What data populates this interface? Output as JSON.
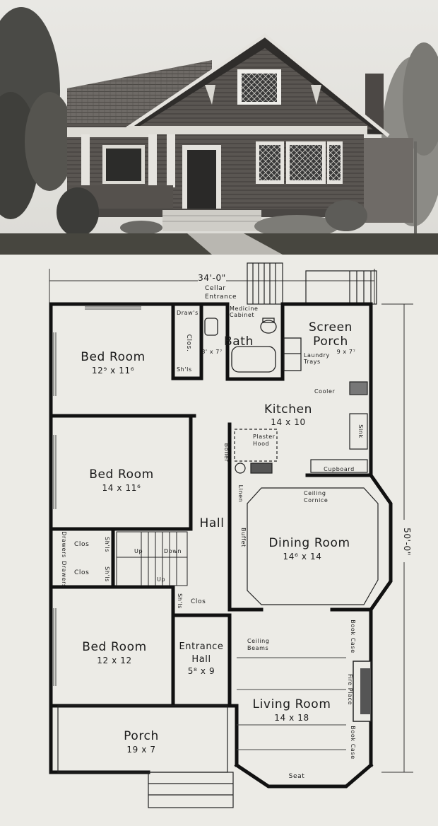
{
  "photo": {
    "caption": ""
  },
  "plan": {
    "overall_width": "34'-0\"",
    "overall_depth": "50'-0\"",
    "rooms": {
      "bed_room_1": {
        "name": "Bed Room",
        "size": "12⁹ x 11⁶"
      },
      "bed_room_2": {
        "name": "Bed Room",
        "size": "14 x 11⁶"
      },
      "bed_room_3": {
        "name": "Bed Room",
        "size": "12 x 12"
      },
      "bath": {
        "name": "Bath",
        "size": "8' x 7⁷"
      },
      "screen_porch": {
        "name": "Screen Porch",
        "size": "9 x 7⁷"
      },
      "kitchen": {
        "name": "Kitchen",
        "size": "14 x 10"
      },
      "hall": {
        "name": "Hall"
      },
      "dining_room": {
        "name": "Dining Room",
        "size": "14⁶ x 14"
      },
      "entrance_hall": {
        "name": "Entrance Hall",
        "size": "5⁸ x 9"
      },
      "living_room": {
        "name": "Living Room",
        "size": "14 x 18"
      },
      "porch": {
        "name": "Porch",
        "size": "19 x 7"
      }
    },
    "labels": {
      "cellar_entrance": "Cellar Entrance",
      "medicine_cabinet": "Medicine Cabinet",
      "draws": "Draw's",
      "clos": "Clos.",
      "shlvs": "Sh'ls",
      "laundry_trays": "Laundry Trays",
      "cooler": "Cooler",
      "sink": "Sink",
      "plaster_hood": "Plaster Hood",
      "boiler": "Boiler",
      "cupboard": "Cupboard",
      "linen": "Linen",
      "buffet": "Buffet",
      "ceiling_cornice": "Ceiling Cornice",
      "closet": "Clos",
      "drawers": "Drawers",
      "up": "Up",
      "down": "Down",
      "ceiling_beams": "Ceiling Beams",
      "book_case": "Book Case",
      "fire_place": "Fire Place",
      "seat": "Seat"
    }
  }
}
